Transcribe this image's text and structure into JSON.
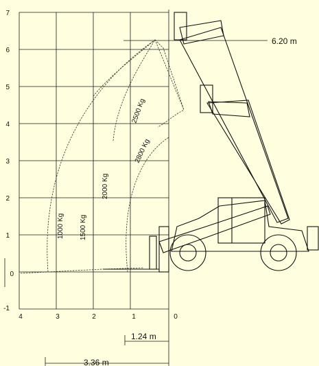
{
  "diagram": {
    "y_ticks": [
      "7",
      "6",
      "5",
      "4",
      "3",
      "2",
      "1",
      "0",
      "-1"
    ],
    "x_ticks": [
      "4",
      "3",
      "2",
      "1",
      "0"
    ],
    "max_height_label": "6.20 m",
    "reach_label_1": "1.24 m",
    "reach_label_2": "3.36 m",
    "loads": [
      {
        "text": "1000 Kg"
      },
      {
        "text": "1500 Kg"
      },
      {
        "text": "2000 Kg"
      },
      {
        "text": "2500 Kg"
      },
      {
        "text": "2800 Kg"
      }
    ],
    "colors": {
      "background": "#ffffe0",
      "ink": "#111111"
    }
  }
}
